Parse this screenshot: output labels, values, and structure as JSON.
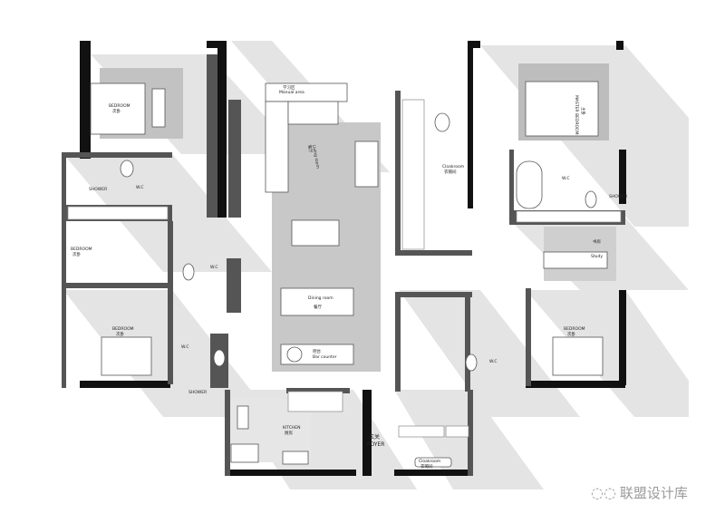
{
  "rooms": {
    "bedroom_nw": {
      "en": "BEDROOM",
      "cn": "次卧"
    },
    "shower_nw": "SHOWER",
    "wc_nw": "W.C",
    "bedroom_w": {
      "en": "BEDROOM",
      "cn": "次卧"
    },
    "wc_w": "W.C",
    "bedroom_sw": {
      "en": "BEDROOM",
      "cn": "次卧"
    },
    "wc_sw": "W.C",
    "shower_sw": "SHOWER",
    "study_area": {
      "cn": "学习区",
      "en": "Manual area"
    },
    "living_room": {
      "en": "Living room",
      "cn": "客厅"
    },
    "dining_room": {
      "en": "Dining room",
      "cn": "餐厅"
    },
    "bar_counter": {
      "cn": "吧台",
      "en": "Bar counter"
    },
    "kitchen": {
      "en": "KITCHEN",
      "cn": "厨房"
    },
    "foyer": {
      "cn": "玄关",
      "en": "FOYER"
    },
    "cloakroom_center": {
      "en": "Cloakroom",
      "cn": "衣帽间"
    },
    "cloakroom_entry": {
      "en": "Cloakroom",
      "cn": "衣帽间"
    },
    "master_bedroom": {
      "en": "MASTER BEDROOM",
      "cn": "主卧"
    },
    "wc_master": "W.C",
    "shower_master": "SHOWER",
    "study": {
      "cn": "书房",
      "en": "Study"
    },
    "bedroom_se": {
      "en": "BEDROOM",
      "cn": "次卧"
    },
    "wc_se": "W.C"
  },
  "watermark": {
    "text": "联盟设计库"
  },
  "colors": {
    "wall": "#111111",
    "partition": "#555555",
    "floor": "#c8c8c8",
    "shadow": "#e3e3e3"
  }
}
